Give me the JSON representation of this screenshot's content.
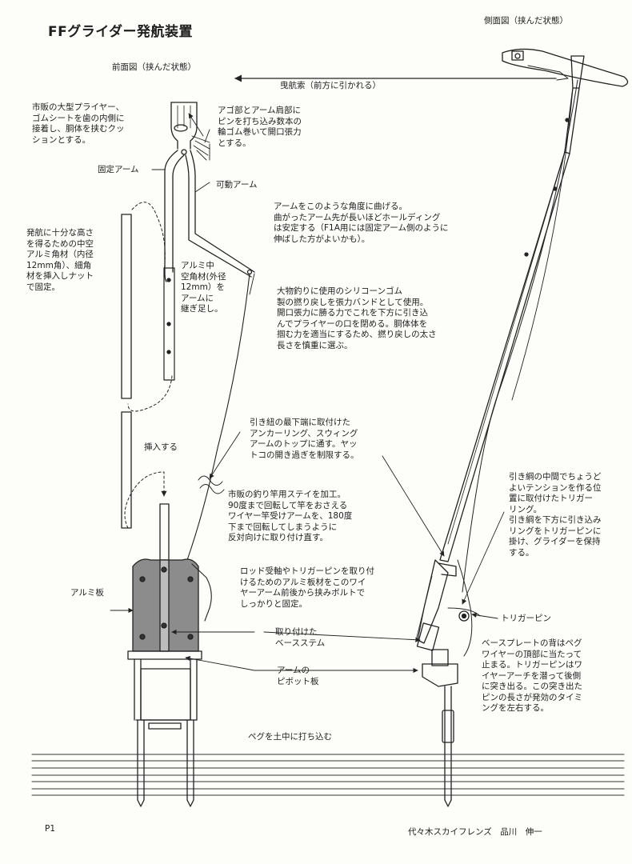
{
  "title": "FFグライダー発航装置",
  "views": {
    "side": "側面図（挟んだ状態）",
    "front": "前面図（挟んだ状態）"
  },
  "direction": "曳航索（前方に引かれる）",
  "notes": {
    "pliers": "市販の大型プライヤー、\nゴムシートを歯の内側に\n接着し、胴体を挟むクッ\nションとする。",
    "jaw_pin": "アゴ部とアーム肩部に\nピンを打ち込み数本の\n輪ゴム巻いて開口張力\nとする。",
    "fixed_arm": "固定アーム",
    "movable_arm": "可動アーム",
    "arm_angle": "アームをこのような角度に曲げる。\n曲がったアーム先が長いほどホールディング\nは安定する（F1A用には固定アーム側のように\n伸ばした方がよいかも）。",
    "height_tube": "発航に十分な高さ\nを得るための中空\nアルミ角材（内径\n12mm角）、細角\n材を挿入しナット\nで固定。",
    "alu_tube": "アルミ中\n空角材(外径\n12mm）を\nアームに\n継ぎ足し。",
    "rubber": "大物釣りに使用のシリコーンゴム\n製の撚り戻しを張力バンドとして使用。\n開口張力に勝る力でこれを下方に引き込\nんでプライヤーの口を閉める。胴体体を\n掴む力を適当にするため、撚り戻しの太さ\n長さを慎重に選ぶ。",
    "anchor_ring": "引き紐の最下端に取付けた\nアンカーリング、スウィング\nアームのトップに通す。ヤッ\nトコの開き過ぎを制限する。",
    "insert": "挿入する",
    "rod_stay": "市販の釣り竿用ステイを加工。\n90度まで回転して竿をおさえる\nワイヤー竿受けアームを、180度\n下まで回転してしまうように\n反対向けに取り付け直す。",
    "trigger_line": "引き綱の中間でちょうど\nよいテンションを作る位\n置に取付けたトリガー\nリング。\n引き綱を下方に引き込み\nリングをトリガーピンに\n掛け、グライダーを保持\nする。",
    "alu_plate": "アルミ板",
    "bolt_plate": "ロッド受軸やトリガーピンを取り付\nけるためのアルミ板材をこのワイ\nヤーアーム前後から挟みボルトで\nしっかりと固定。",
    "trigger_pin": "トリガーピン",
    "base_stem": "取り付けた\nベースステム",
    "pivot_plate": "アームの\nピボット板",
    "base_plate": "ベースプレートの背はペグ\nワイヤーの頂部に当たって\n止まる。トリガーピンはワ\nイヤーアーチを潜って後側\nに突き出る。この突き出た\nピンの長さが発効のタイミ\nングを左右する。",
    "peg": "ペグを土中に打ち込む"
  },
  "footer": {
    "page": "P1",
    "author": "代々木スカイフレンズ　品川　伸一"
  }
}
